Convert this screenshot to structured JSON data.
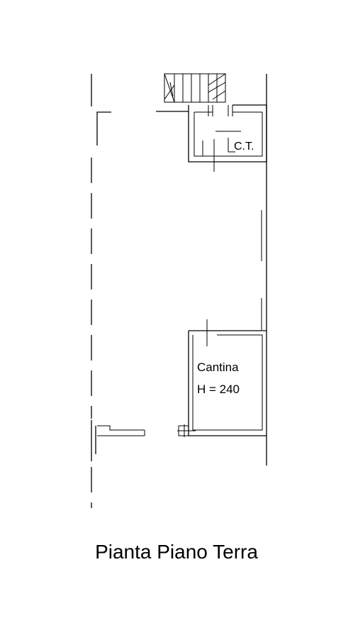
{
  "title": "Pianta Piano Terra",
  "rooms": [
    {
      "id": "ct",
      "name": "C.T."
    },
    {
      "id": "cantina",
      "name": "Cantina",
      "height_label": "H = 240"
    }
  ]
}
